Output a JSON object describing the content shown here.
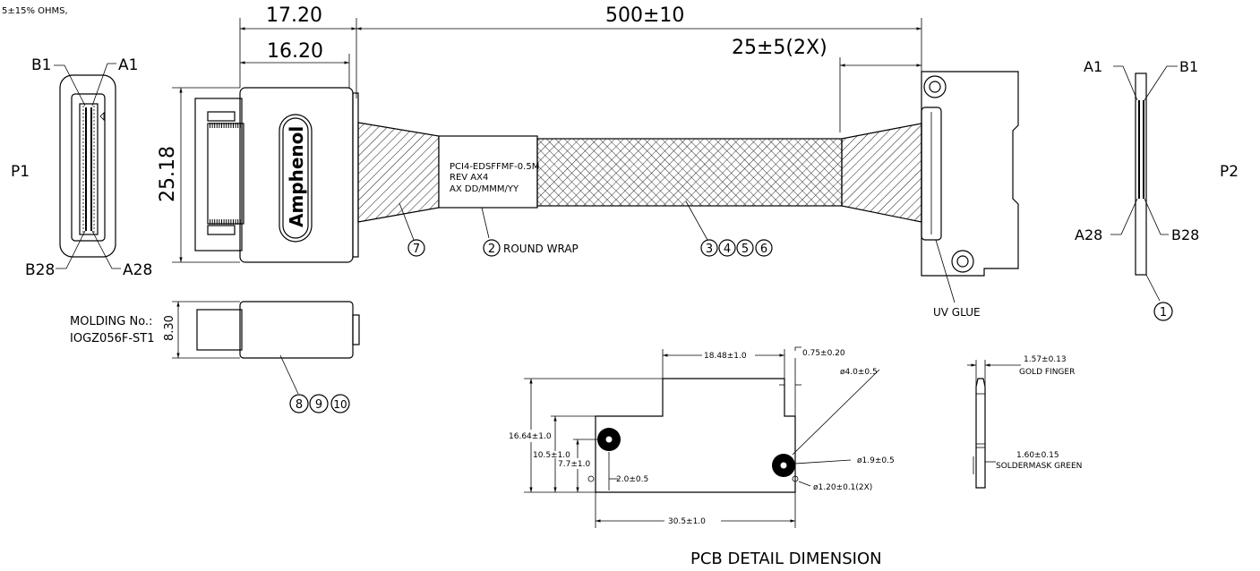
{
  "note": "5±15% OHMS,",
  "dims": {
    "d17_20": "17.20",
    "d16_20": "16.20",
    "d500": "500±10",
    "d25_5": "25±5(2X)",
    "d25_18": "25.18",
    "d8_30": "8.30"
  },
  "p1": {
    "label": "P1",
    "b1": "B1",
    "a1": "A1",
    "b28": "B28",
    "a28": "A28"
  },
  "p2": {
    "label": "P2",
    "a1": "A1",
    "b1": "B1",
    "a28": "A28",
    "b28": "B28"
  },
  "brand": "Amphenol",
  "cable_label": {
    "line1": "PCI4-EDSFFMF-0.5M",
    "line2": "REV AX4",
    "line3": "AX DD/MMM/YY"
  },
  "callouts": {
    "c7": "7",
    "c2": "2",
    "round_wrap": "ROUND WRAP",
    "c3": "3",
    "c4": "4",
    "c5": "5",
    "c6": "6",
    "c1": "1",
    "c8": "8",
    "c9": "9",
    "c10": "10",
    "uv_glue": "UV GLUE"
  },
  "molding": {
    "line1": "MOLDING No.:",
    "line2": "IOGZ056F-ST1"
  },
  "pcb": {
    "title": "PCB DETAIL DIMENSION",
    "d18_48": "18.48±1.0",
    "d0_75": "0.75±0.20",
    "d4_0": "ø4.0±0.5",
    "d16_64": "16.64±1.0",
    "d10_5": "10.5±1.0",
    "d7_7": "7.7±1.0",
    "d2_0": "2.0±0.5",
    "d1_9": "ø1.9±0.5",
    "d1_20": "ø1.20±0.1(2X)",
    "d30_5": "30.5±1.0",
    "d1_57": "1.57±0.13",
    "gold_finger": "GOLD FINGER",
    "d1_60": "1.60±0.15",
    "soldermask": "SOLDERMASK GREEN"
  }
}
